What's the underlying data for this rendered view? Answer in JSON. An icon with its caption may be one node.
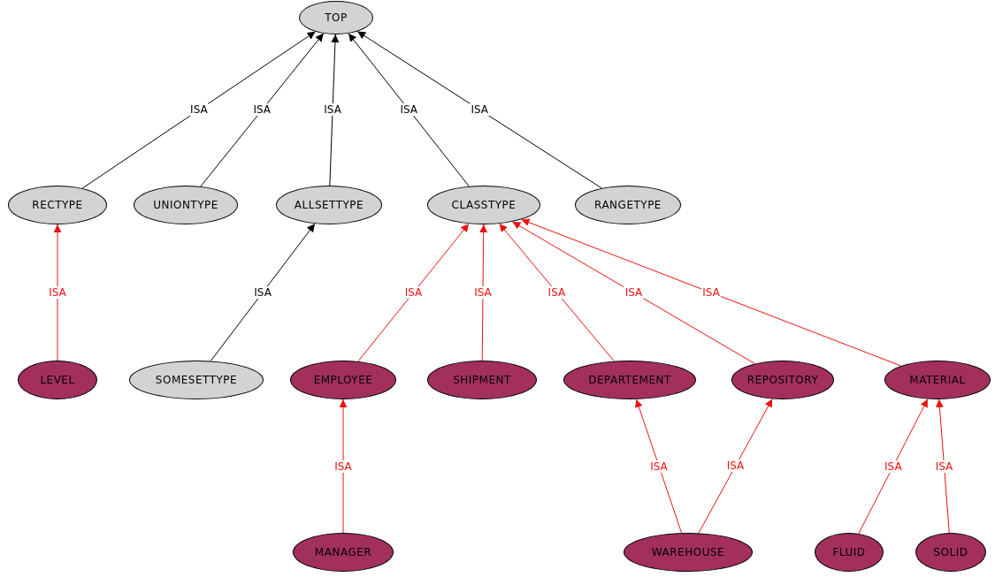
{
  "diagram": {
    "nodes": [
      {
        "text": [
          "TOP"
        ]
      },
      {
        "text": [
          "RECTYPE"
        ]
      },
      {
        "text": [
          "UNIONTYPE"
        ]
      },
      {
        "text": [
          "ALLSETTYPE"
        ]
      },
      {
        "text": [
          "CLASSTYPE"
        ]
      },
      {
        "text": [
          "RANGETYPE"
        ]
      },
      {
        "text": [
          "LEVEL"
        ]
      },
      {
        "text": [
          "SOMESETTYPE"
        ]
      },
      {
        "text": [
          "EMPLOYEE"
        ]
      },
      {
        "text": [
          "SHIPMENT"
        ]
      },
      {
        "text": [
          "DEPARTEMENT"
        ]
      },
      {
        "text": [
          "REPOSITORY"
        ]
      },
      {
        "text": [
          "MATERIAL"
        ]
      },
      {
        "text": [
          "MANAGER"
        ]
      },
      {
        "text": [
          "WAREHOUSE"
        ]
      },
      {
        "text": [
          "FLUID"
        ]
      },
      {
        "text": [
          "SOLID"
        ]
      }
    ],
    "edges": [
      {
        "from": 1,
        "to": 0,
        "arrow": "to",
        "label": "ISA",
        "color": "#000000"
      },
      {
        "from": 2,
        "to": 0,
        "arrow": "to",
        "label": "ISA",
        "color": "#000000"
      },
      {
        "from": 3,
        "to": 0,
        "arrow": "to",
        "label": "ISA",
        "color": "#000000"
      },
      {
        "from": 4,
        "to": 0,
        "arrow": "to",
        "label": "ISA",
        "color": "#000000"
      },
      {
        "from": 5,
        "to": 0,
        "arrow": "to",
        "label": "ISA",
        "color": "#000000"
      },
      {
        "from": 6,
        "to": 1,
        "arrow": "to",
        "label": "ISA"
      },
      {
        "from": 7,
        "to": 3,
        "arrow": "to",
        "label": "ISA",
        "color": "#000000"
      },
      {
        "from": 8,
        "to": 4,
        "arrow": "to",
        "label": "ISA"
      },
      {
        "from": 9,
        "to": 4,
        "arrow": "to",
        "label": "ISA"
      },
      {
        "from": 10,
        "to": 4,
        "arrow": "to",
        "label": "ISA"
      },
      {
        "from": 11,
        "to": 4,
        "arrow": "to",
        "label": "ISA"
      },
      {
        "from": 12,
        "to": 4,
        "arrow": "to",
        "label": "ISA"
      },
      {
        "from": 13,
        "to": 8,
        "arrow": "to",
        "label": "ISA"
      },
      {
        "from": 14,
        "to": 10,
        "arrow": "to",
        "label": "ISA"
      },
      {
        "from": 14,
        "to": 11,
        "arrow": "to",
        "label": "ISA"
      },
      {
        "from": 15,
        "to": 12,
        "arrow": "to",
        "label": "ISA"
      },
      {
        "from": 16,
        "to": 12,
        "arrow": "to",
        "label": "ISA"
      }
    ]
  }
}
